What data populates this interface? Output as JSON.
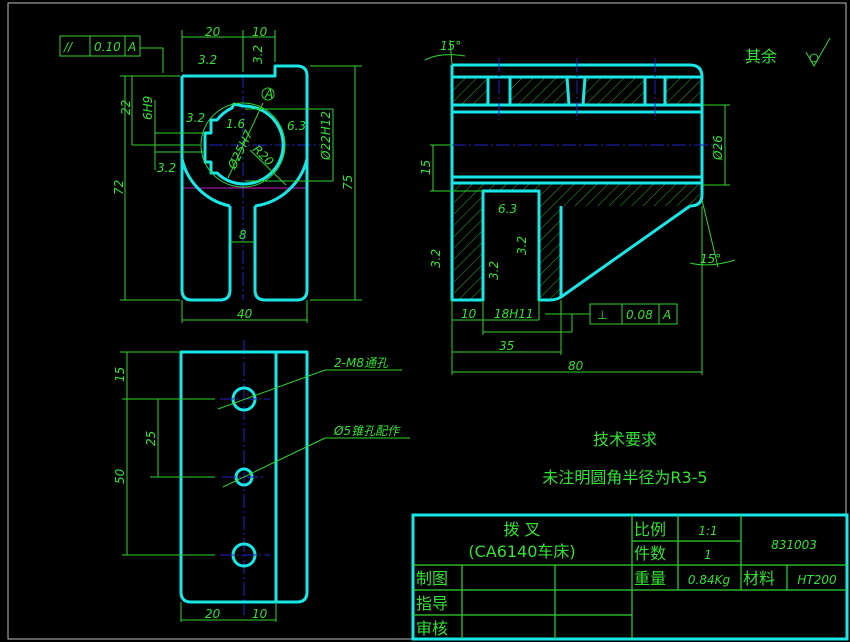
{
  "front_view": {
    "tolerance_frame": {
      "symbol": "//",
      "value": "0.10",
      "datum": "A"
    },
    "dims": {
      "w20": "20",
      "w10": "10",
      "h22": "22",
      "keyway": "6H9",
      "h72": "72",
      "h75": "75",
      "bore": "Ø25H7",
      "r20": "R20",
      "dia22": "Ø22H12",
      "slot8": "8",
      "w40": "40",
      "datum_a": "A"
    },
    "roughness": [
      "3.2",
      "3.2",
      "3.2",
      "3.2",
      "6.3",
      "1.6"
    ]
  },
  "section_view": {
    "dims": {
      "angle_top": "15°",
      "angle_bottom": "15°",
      "h15": "15",
      "dia26": "Ø26",
      "w10": "10",
      "slot": "18H11",
      "w35": "35",
      "w80": "80"
    },
    "tolerance_frame": {
      "symbol": "⊥",
      "value": "0.08",
      "datum": "A"
    },
    "roughness": [
      "6.3",
      "3.2",
      "3.2",
      "3.2"
    ]
  },
  "bottom_view": {
    "dims": {
      "h15": "15",
      "h25": "25",
      "h50": "50",
      "w20": "20",
      "w10": "10"
    },
    "notes": {
      "holes": "2-M8通孔",
      "taper": "Ø5锥孔配作"
    }
  },
  "surface_note": "其余",
  "requirements": {
    "title": "技术要求",
    "text": "未注明圆角半径为R3-5"
  },
  "title_block": {
    "part_name": "拨  叉",
    "machine": "(CA6140车床)",
    "scale_label": "比例",
    "scale": "1:1",
    "qty_label": "件数",
    "qty": "1",
    "drawing_no": "831003",
    "weight_label": "重量",
    "weight": "0.84Kg",
    "material_label": "材料",
    "material": "HT200",
    "drawn": "制图",
    "guide": "指导",
    "check": "审核"
  },
  "colors": {
    "outline": "#19e6e6",
    "dim": "#2fd52f",
    "center": "#2323c8"
  }
}
